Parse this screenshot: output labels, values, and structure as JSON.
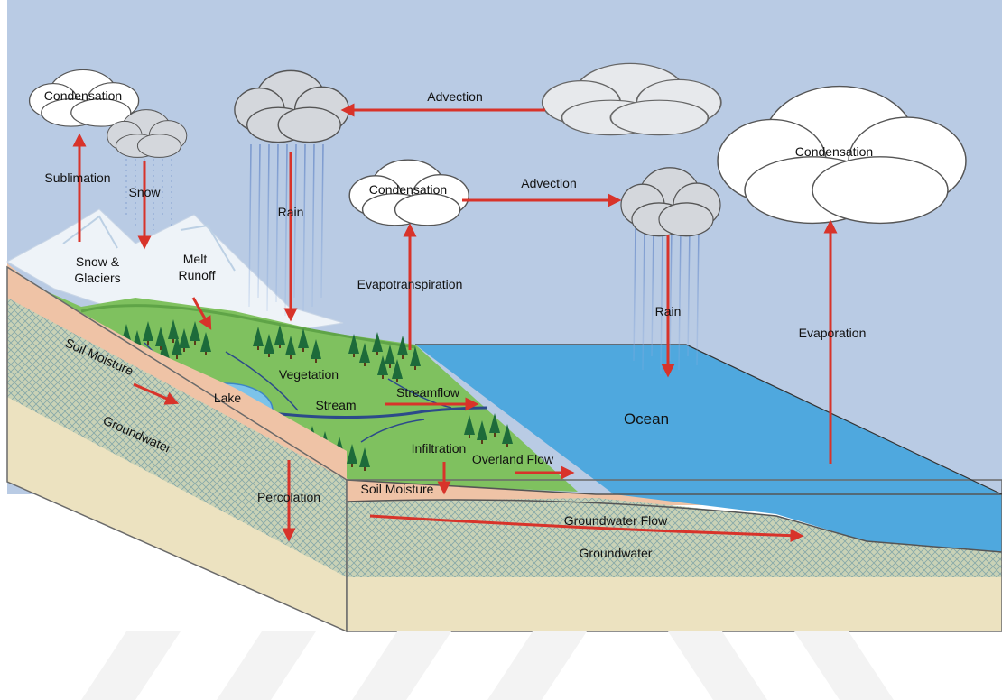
{
  "labels": {
    "condensation_left": "Condensation",
    "condensation_center": "Condensation",
    "condensation_right": "Condensation",
    "sublimation": "Sublimation",
    "snow": "Snow",
    "snow_glaciers_line1": "Snow &",
    "snow_glaciers_line2": "Glaciers",
    "melt_runoff_line1": "Melt",
    "melt_runoff_line2": "Runoff",
    "rain_land": "Rain",
    "rain_ocean": "Rain",
    "advection_top": "Advection",
    "advection_middle": "Advection",
    "evapotranspiration": "Evapotranspiration",
    "evaporation": "Evaporation",
    "vegetation": "Vegetation",
    "soil_moisture_slope": "Soil Moisture",
    "soil_moisture_front": "Soil Moisture",
    "lake": "Lake",
    "stream": "Stream",
    "streamflow": "Streamflow",
    "infiltration": "Infiltration",
    "overland_flow": "Overland Flow",
    "groundwater_side": "Groundwater",
    "groundwater_front": "Groundwater",
    "groundwater_flow": "Groundwater Flow",
    "percolation": "Percolation",
    "ocean": "Ocean"
  },
  "colors": {
    "sky": "#b9cbe4",
    "land": "#7fc15f",
    "ocean": "#4fa8de",
    "soil": "#efc3a6",
    "groundwater": "#c8d4b9",
    "bedrock": "#ece2c0",
    "arrow": "#d8332a",
    "tree": "#1d6b3a",
    "stream": "#2c4a8a"
  }
}
